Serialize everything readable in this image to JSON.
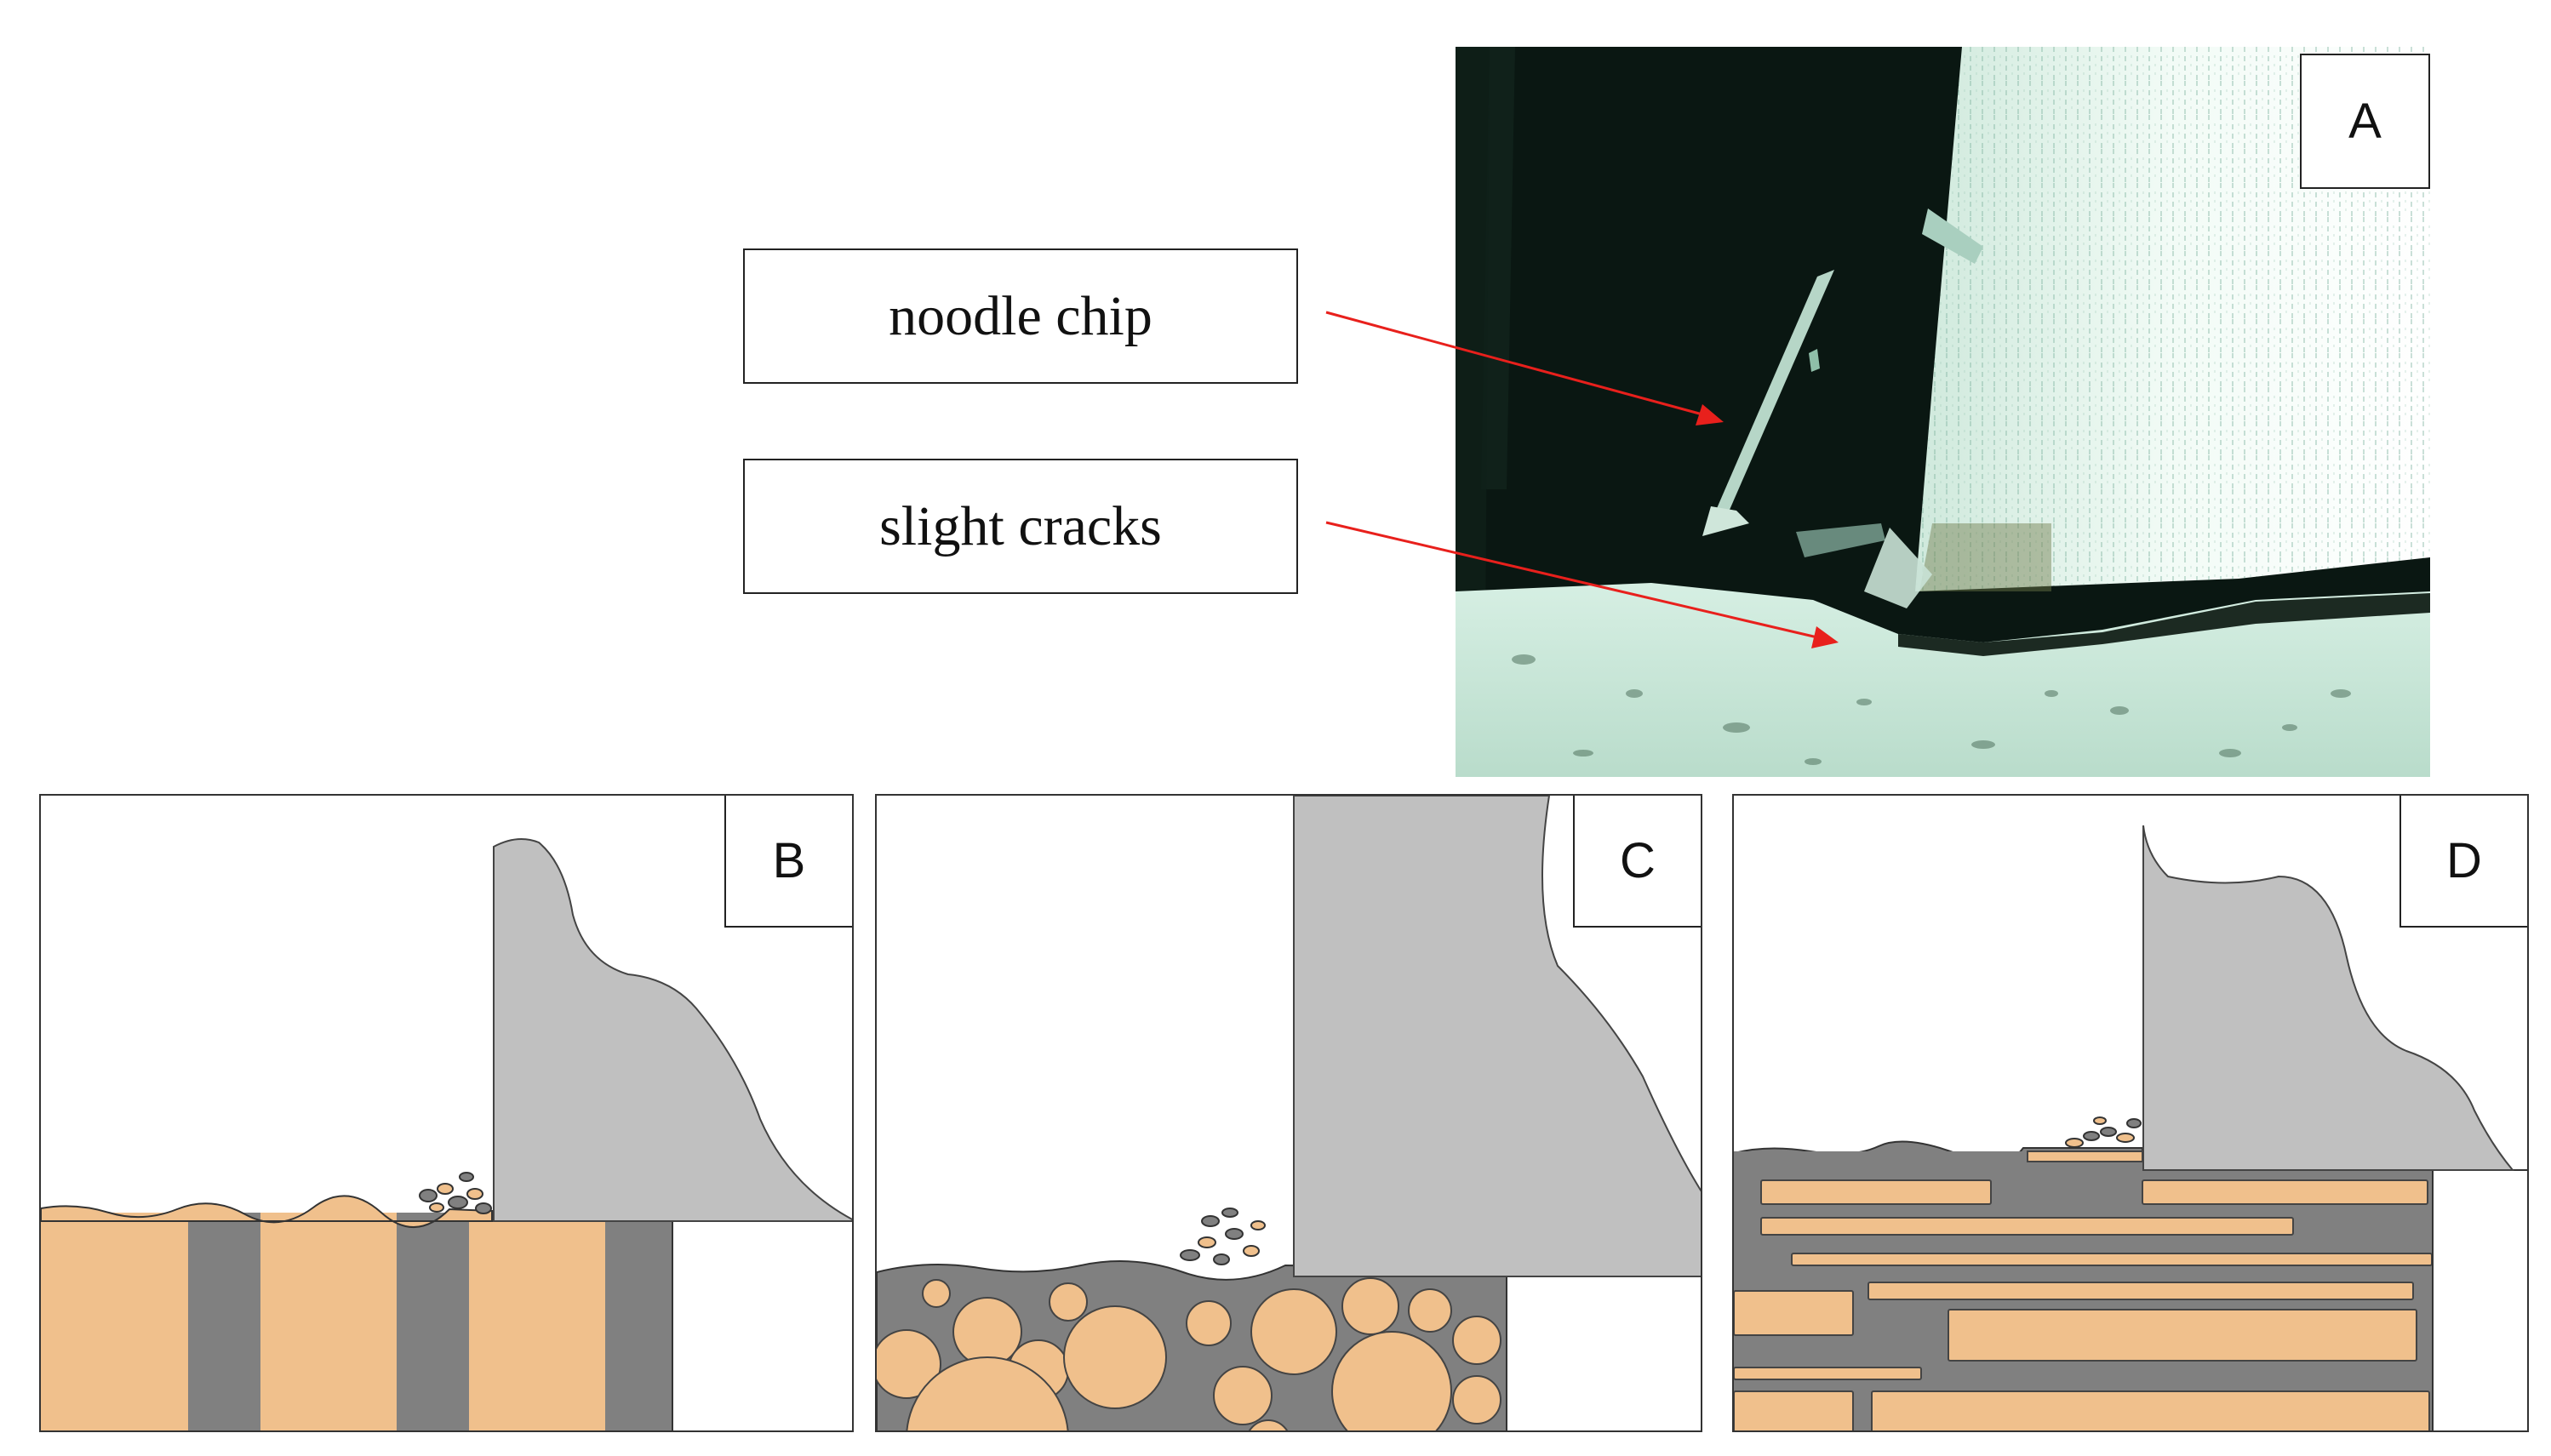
{
  "callouts": {
    "noodle_chip": "noodle chip",
    "slight_cracks": "slight cracks"
  },
  "panels": {
    "a": "A",
    "b": "B",
    "c": "C",
    "d": "D"
  },
  "colors": {
    "tool": "#c0c0c0",
    "fiber": "#f0c08c",
    "matrix": "#808080",
    "arrow": "#e8201c",
    "outline": "#333333"
  }
}
